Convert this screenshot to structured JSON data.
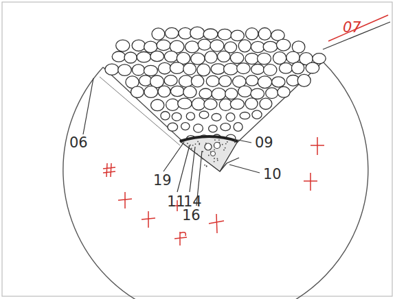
{
  "diagram": {
    "labels": [
      "07",
      "06",
      "09",
      "10",
      "19",
      "11",
      "14",
      "16"
    ]
  }
}
